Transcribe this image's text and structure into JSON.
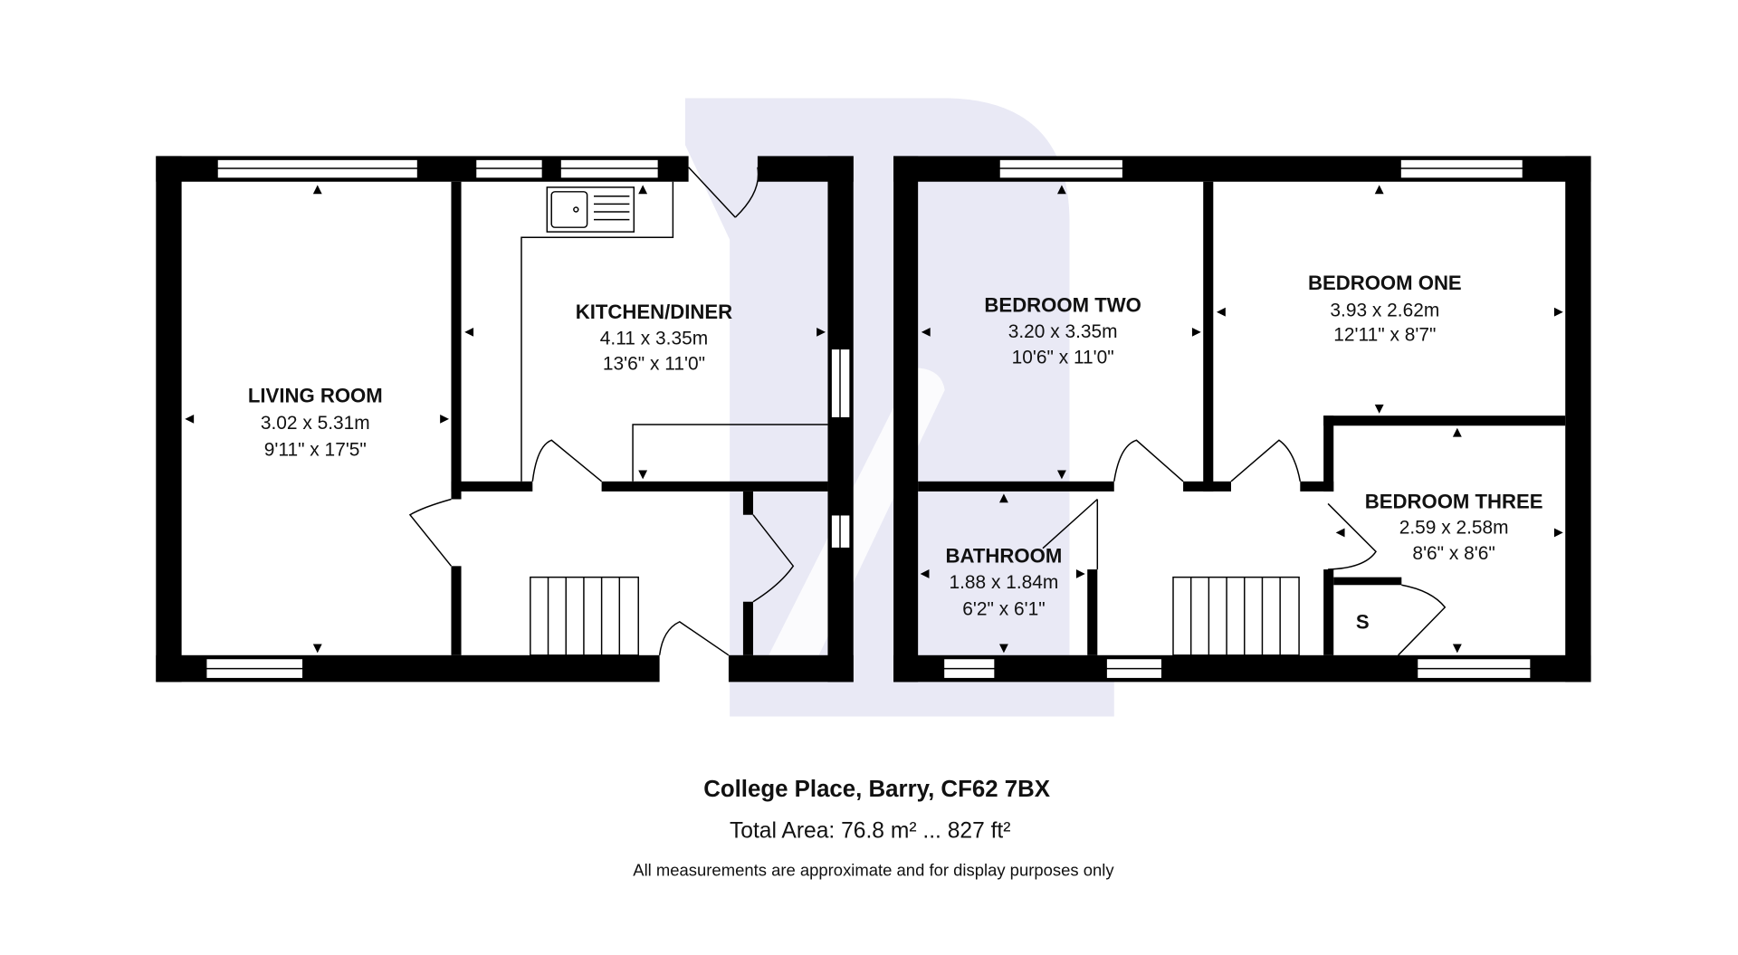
{
  "rooms": {
    "living_room": {
      "name": "LIVING ROOM",
      "metric": "3.02 x 5.31m",
      "imperial": "9'11\" x 17'5\""
    },
    "kitchen_diner": {
      "name": "KITCHEN/DINER",
      "metric": "4.11 x 3.35m",
      "imperial": "13'6\" x 11'0\""
    },
    "bedroom_two": {
      "name": "BEDROOM TWO",
      "metric": "3.20 x 3.35m",
      "imperial": "10'6\" x 11'0\""
    },
    "bedroom_one": {
      "name": "BEDROOM ONE",
      "metric": "3.93 x 2.62m",
      "imperial": "12'11\" x 8'7\""
    },
    "bedroom_three": {
      "name": "BEDROOM THREE",
      "metric": "2.59 x 2.58m",
      "imperial": "8'6\" x 8'6\""
    },
    "bathroom": {
      "name": "BATHROOM",
      "metric": "1.88 x 1.84m",
      "imperial": "6'2\" x 6'1\""
    },
    "storage": {
      "name": "S"
    }
  },
  "footer": {
    "address": "College Place, Barry, CF62 7BX",
    "total_area": "Total Area: 76.8 m² ... 827 ft²",
    "disclaimer": "All measurements are approximate and for display purposes only"
  },
  "colors": {
    "walls": "#000000",
    "watermark": "#e9e9f5",
    "background": "#ffffff"
  }
}
